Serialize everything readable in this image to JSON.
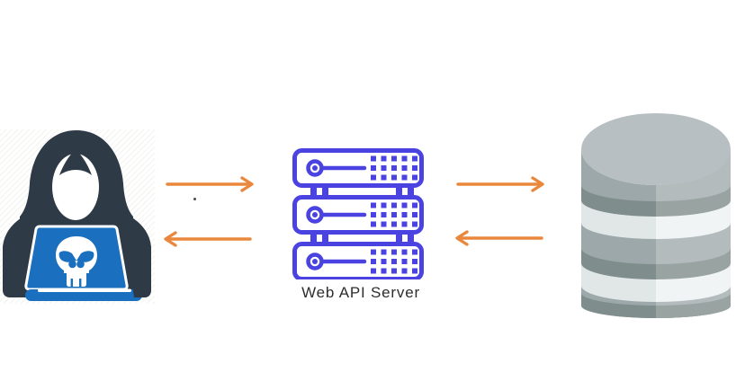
{
  "diagram": {
    "nodes": [
      {
        "id": "attacker",
        "type": "hacker",
        "icon": "hacker-icon"
      },
      {
        "id": "web-api-server",
        "type": "server",
        "icon": "web-api-server-icon",
        "label": "Web API Server"
      },
      {
        "id": "database",
        "type": "database",
        "icon": "database-icon"
      }
    ],
    "edges": [
      {
        "from": "attacker",
        "to": "web-api-server",
        "direction": "right"
      },
      {
        "from": "web-api-server",
        "to": "attacker",
        "direction": "left"
      },
      {
        "from": "web-api-server",
        "to": "database",
        "direction": "right"
      },
      {
        "from": "database",
        "to": "web-api-server",
        "direction": "left"
      }
    ],
    "colors": {
      "arrow": "#e9883c",
      "server_outline": "#4a43e2",
      "server_label_text": "#2d2d2d",
      "hacker_body": "#2e3a46",
      "laptop_blue": "#1a6fbf",
      "database_top": "#b8bfc2",
      "database_body_left": "#9ca8a9",
      "database_body_right": "#b3bbbd",
      "database_band_dark_left": "#7f8d8c",
      "database_band_dark_right": "#99a4a2",
      "database_band_light_left": "#e1e6e7",
      "database_band_light_right": "#f1f4f5",
      "background": "#ffffff"
    }
  }
}
